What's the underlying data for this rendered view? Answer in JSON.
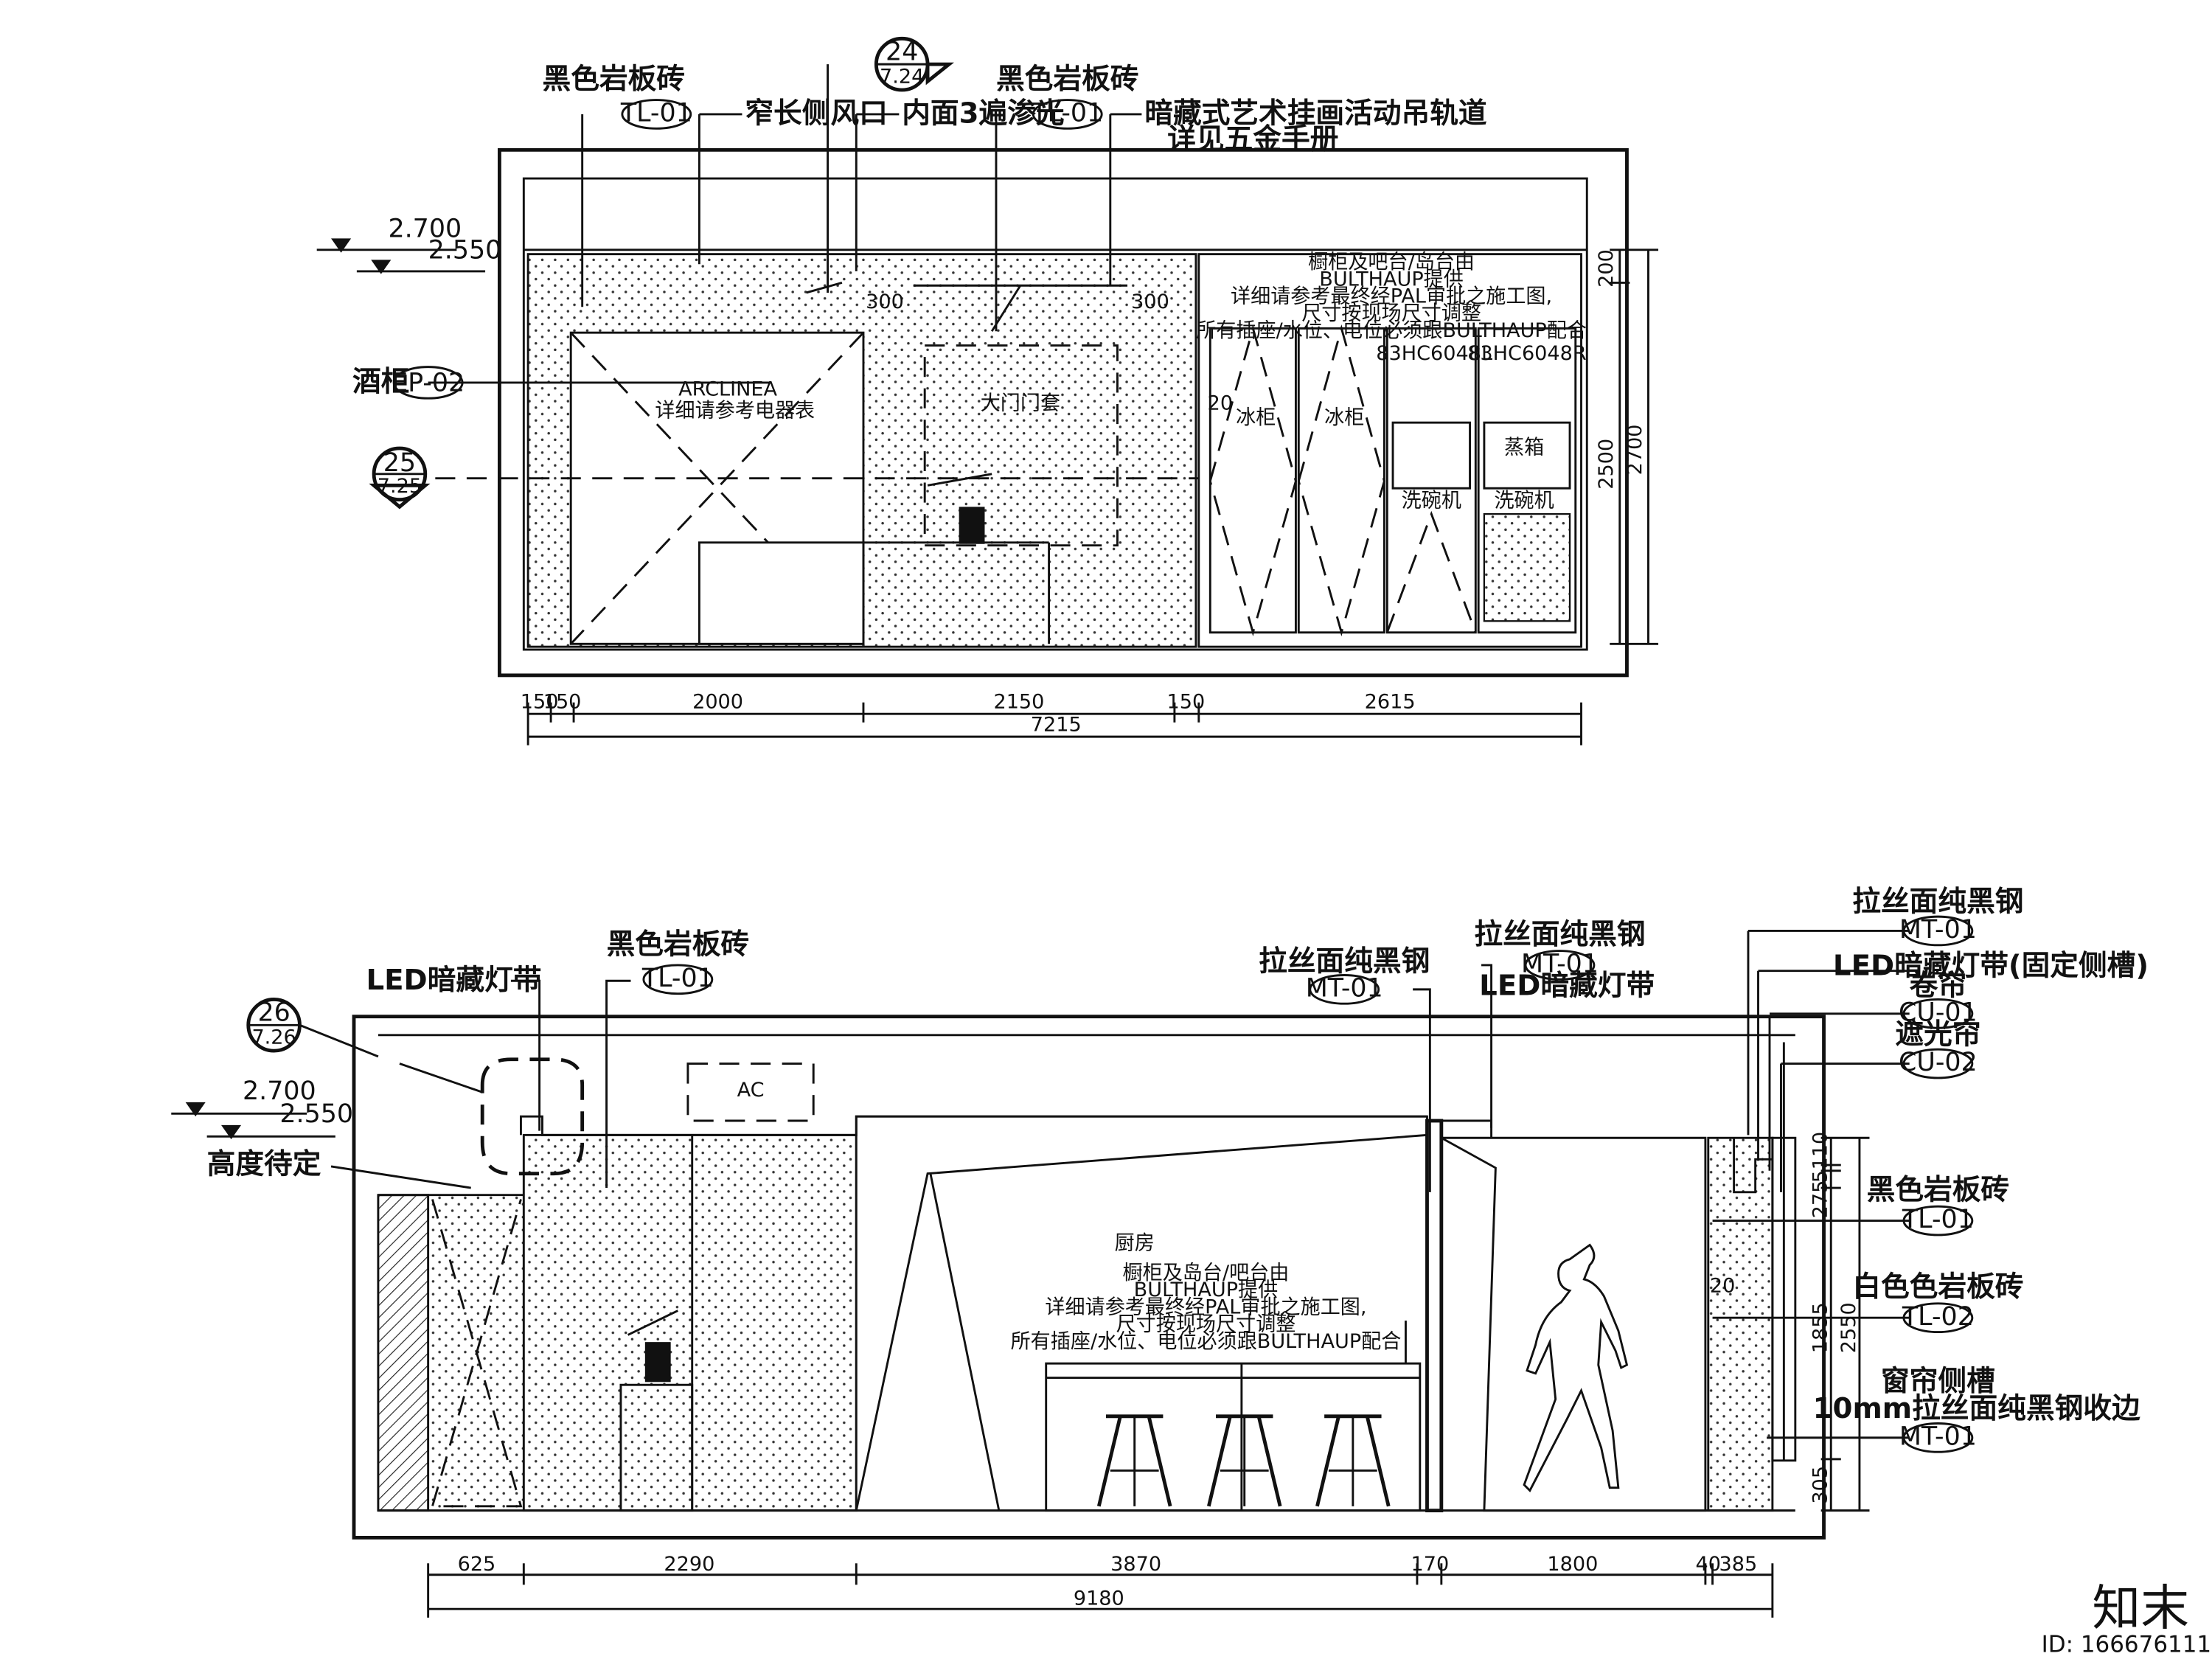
{
  "top_elevation": {
    "callouts": {
      "black_slab_1": "黑色岩板砖",
      "tl01_a": "TL-01",
      "vent": "窄长侧风口",
      "paint": "内面3遍渗光",
      "black_slab_2": "黑色岩板砖",
      "tl01_b": "TL-01",
      "track_line1": "暗藏式艺术挂画活动吊轨道",
      "track_line2": "详见五金手册",
      "wine_cabinet": "酒柜",
      "ep02": "EP-02"
    },
    "section_mark_top": {
      "num": "24",
      "sheet": "7.24"
    },
    "section_mark_left": {
      "num": "25",
      "sheet": "7.25"
    },
    "levels": {
      "l1": "2.700",
      "l2": "2.550"
    },
    "inner_labels": {
      "arclinea": "ARCLINEA",
      "arclinea_note": "详细请参考电器表",
      "center_label": "大门门套",
      "d300a": "300",
      "d300b": "300",
      "angle": "20",
      "bulthaup_l1": "橱柜及吧台/岛台由",
      "bulthaup_l2": "BULTHAUP提供",
      "bulthaup_l3": "详细请参考最终经PAL审批之施工图,",
      "bulthaup_l4": "尺寸按现场尺寸调整",
      "bulthaup_l5": "所有插座/水位、电位必须跟BULTHAUP配合",
      "model_l": "83HC6048L",
      "model_r": "83HC6048R",
      "fridge_a": "冰柜",
      "fridge_b": "冰柜",
      "small_a": "洗碗机",
      "small_b": "洗碗机",
      "small_c": "蒸箱"
    },
    "dims_bottom": [
      "150",
      "150",
      "2000",
      "2150",
      "150",
      "2615"
    ],
    "dim_total": "7215",
    "dims_right": {
      "d200": "200",
      "d2500": "2500",
      "d2700": "2700"
    }
  },
  "bottom_elevation": {
    "callouts": {
      "led_left": "LED暗藏灯带",
      "black_slab": "黑色岩板砖",
      "tl01": "TL-01",
      "height_tbd": "高度待定",
      "brushed_steel_1": "拉丝面纯黑钢",
      "mt01_a": "MT-01",
      "brushed_steel_2": "拉丝面纯黑钢",
      "mt01_b": "MT-01",
      "led_mid": "LED暗藏灯带",
      "r_steel": "拉丝面纯黑钢",
      "r_mt01": "MT-01",
      "r_led": "LED暗藏灯带(固定侧槽)",
      "r_roller": "卷帘",
      "r_cu01": "CU-01",
      "r_blackout": "遮光帘",
      "r_cu02": "CU-02",
      "r_black_slab": "黑色岩板砖",
      "r_tl01": "TL-01",
      "r_white_slab": "白色色岩板砖",
      "r_tl02": "TL-02",
      "r_curtain_slot": "窗帘侧槽",
      "r_edge": "10mm拉丝面纯黑钢收边",
      "r_mt01_b": "MT-01"
    },
    "section_mark": {
      "num": "26",
      "sheet": "7.26"
    },
    "levels": {
      "l1": "2.700",
      "l2": "2.550"
    },
    "inner_labels": {
      "ac": "AC",
      "kitchen": "厨房",
      "b_l1": "橱柜及岛台/吧台由",
      "b_l2": "BULTHAUP提供",
      "b_l3": "详细请参考最终经PAL审批之施工图,",
      "b_l4": "尺寸按现场尺寸调整",
      "b_l5": "所有插座/水位、电位必须跟BULTHAUP配合",
      "angle": "20"
    },
    "dims_bottom": [
      "625",
      "2290",
      "3870",
      "170",
      "1800",
      "40",
      "385"
    ],
    "dim_total": "9180",
    "dims_right": [
      "110",
      "5",
      "275",
      "1855",
      "2550",
      "305"
    ]
  },
  "watermark": {
    "logo": "知末",
    "id": "ID: 166676111"
  }
}
